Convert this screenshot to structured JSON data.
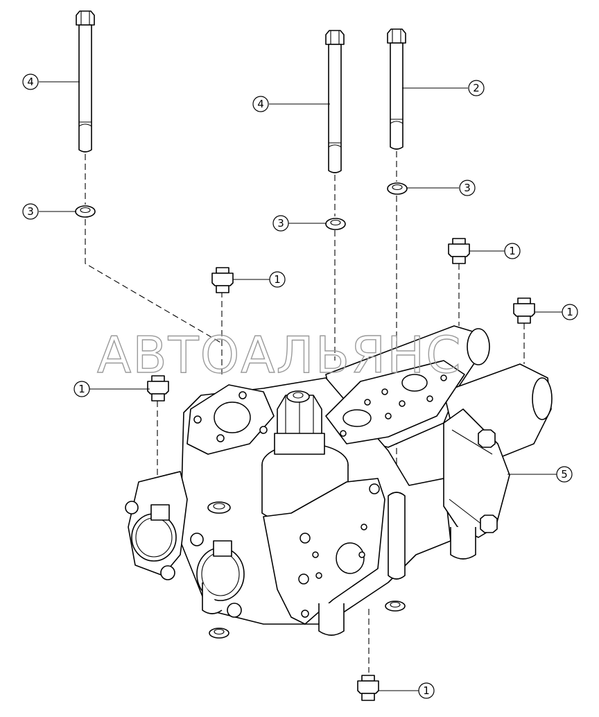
{
  "watermark": "АВТОАЛЬЯНС",
  "callouts": [
    {
      "label": "4"
    },
    {
      "label": "4"
    },
    {
      "label": "2"
    },
    {
      "label": "3"
    },
    {
      "label": "3"
    },
    {
      "label": "3"
    },
    {
      "label": "1"
    },
    {
      "label": "1"
    },
    {
      "label": "1"
    },
    {
      "label": "1"
    },
    {
      "label": "1"
    },
    {
      "label": "5"
    }
  ]
}
